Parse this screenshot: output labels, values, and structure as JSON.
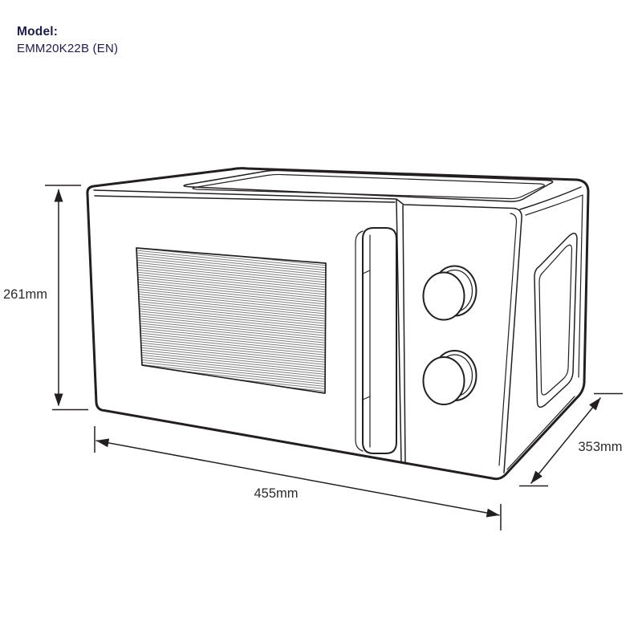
{
  "header": {
    "label": "Model:",
    "model_number": "EMM20K22B (EN)"
  },
  "diagram": {
    "type": "product-dimension-line-drawing",
    "product": "microwave oven",
    "dimensions": {
      "height": "261mm",
      "width": "455mm",
      "depth": "353mm"
    }
  },
  "colors": {
    "header_text": "#1d1b4f",
    "drawing_line": "#231f20",
    "dimension_text": "#2b2b2b",
    "background": "#ffffff"
  }
}
